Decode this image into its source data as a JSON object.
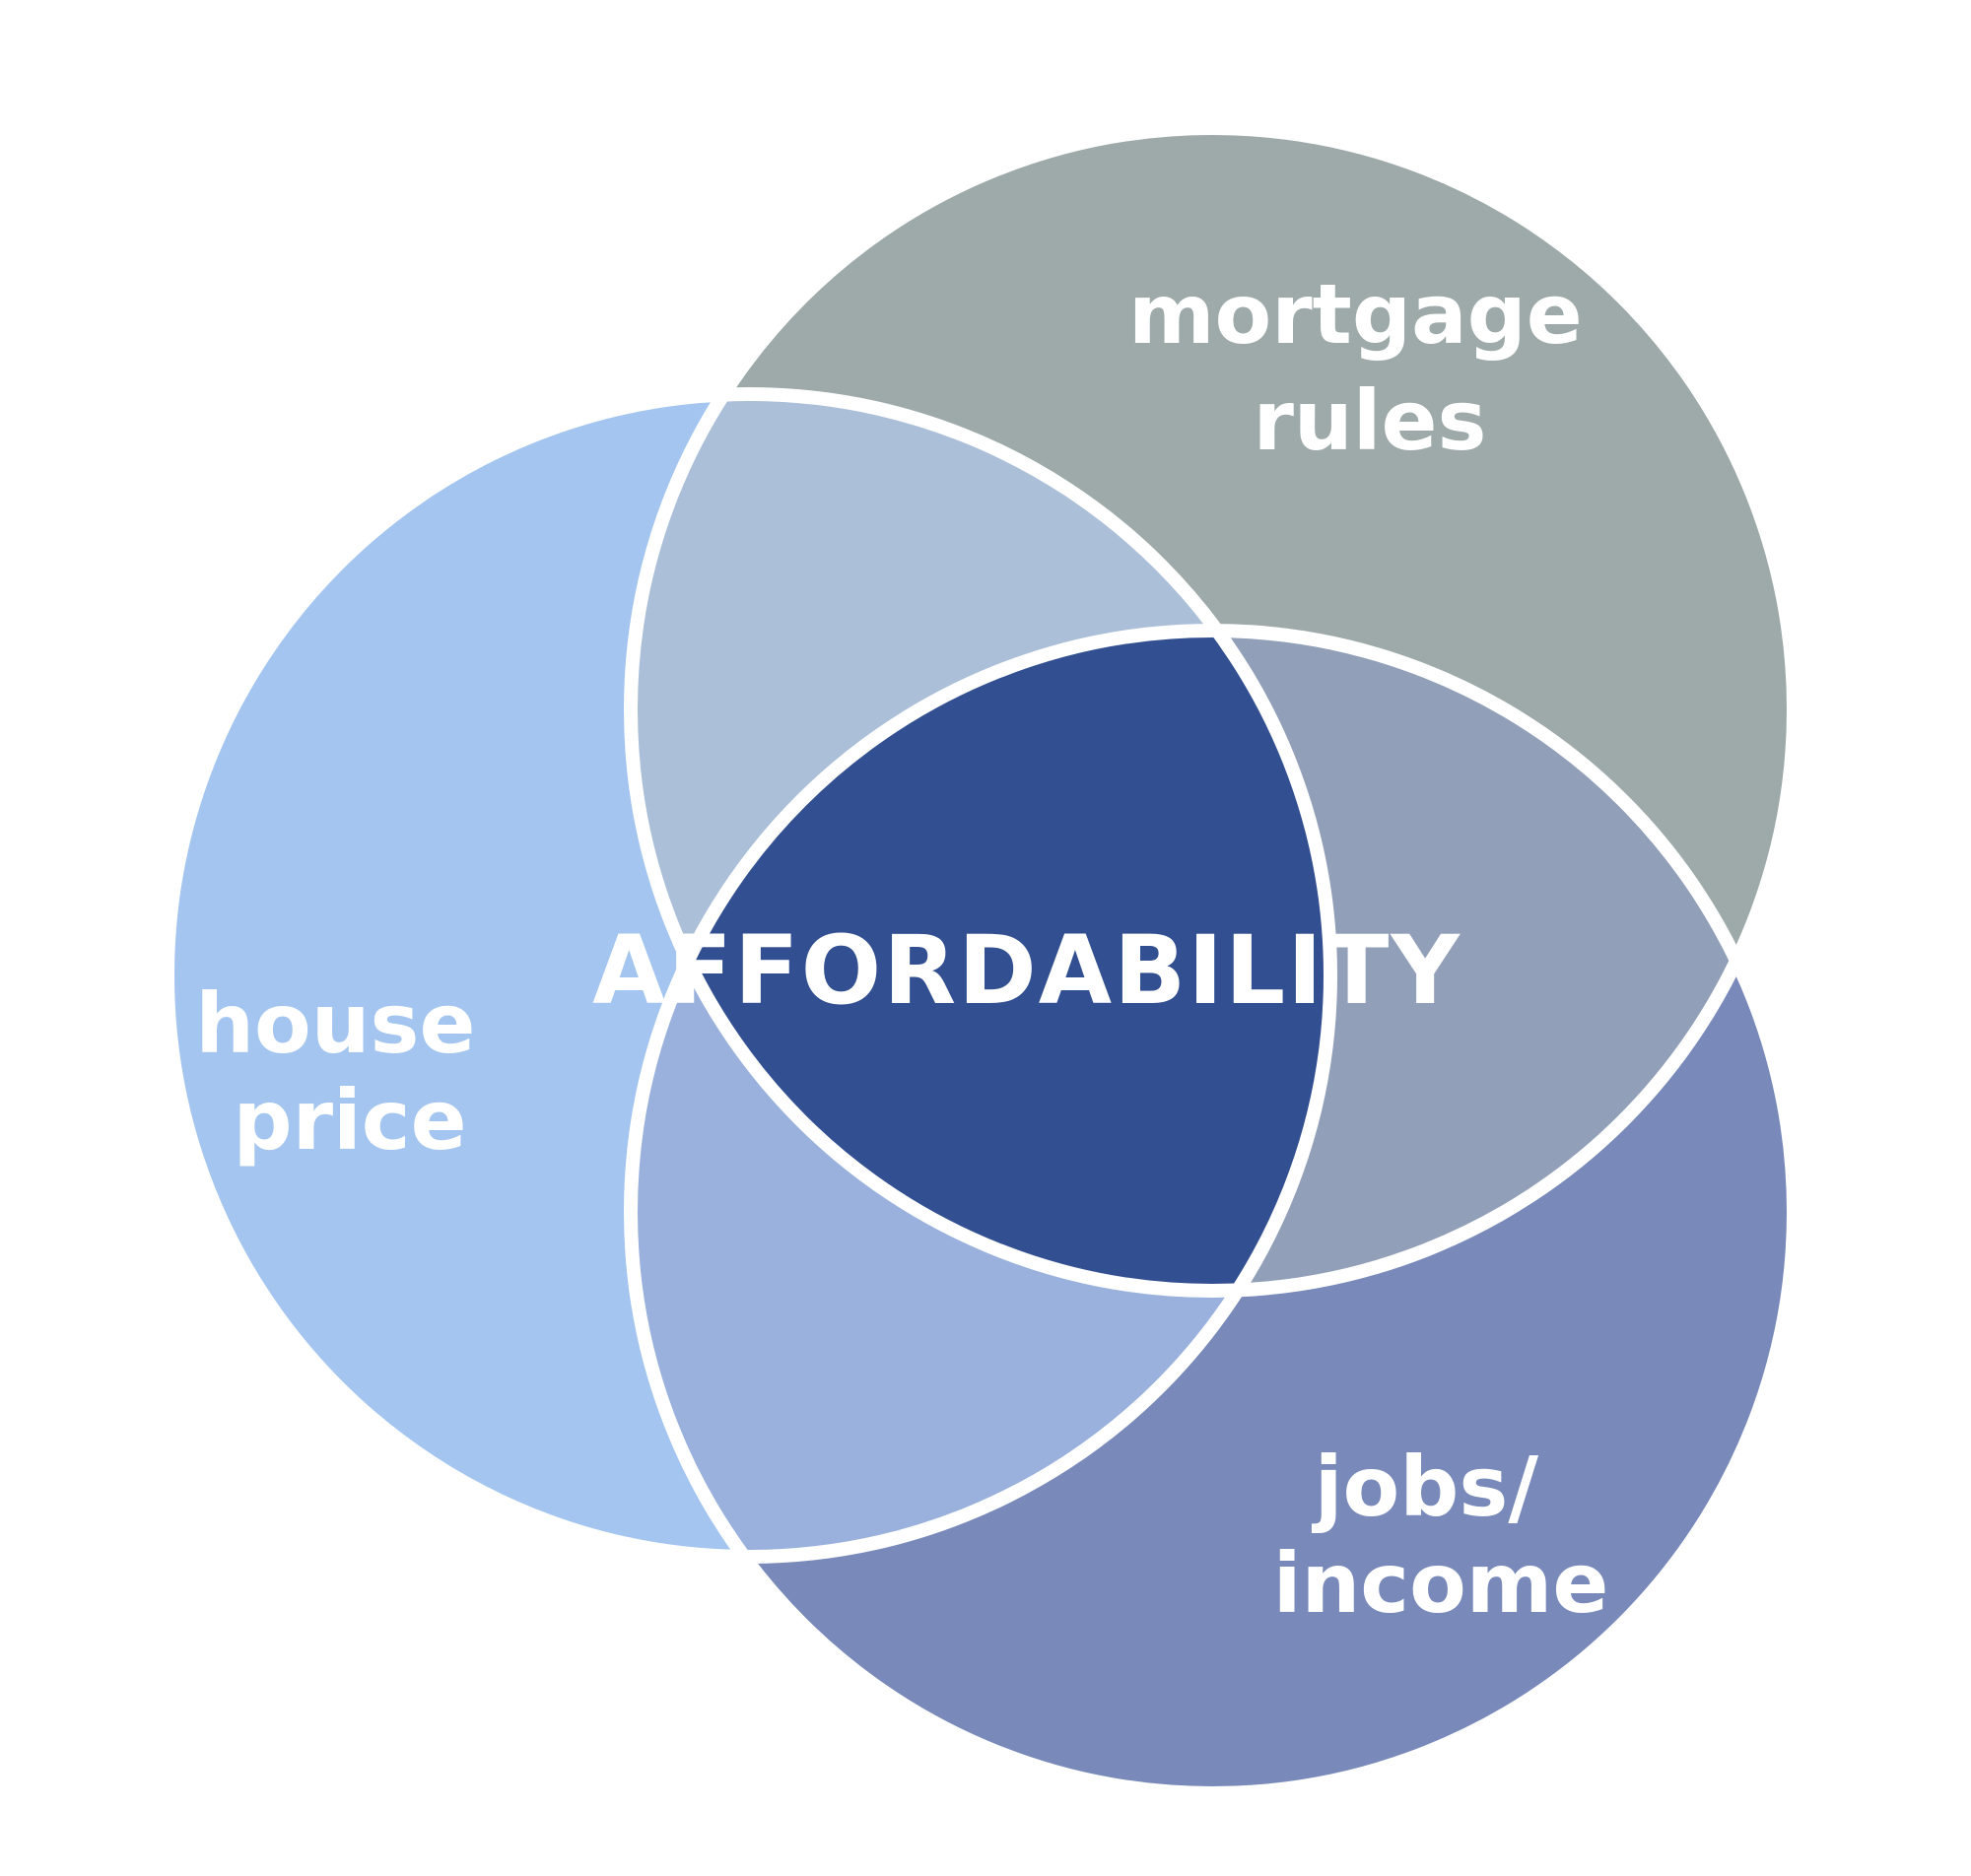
{
  "center_label": "AFFORDABILITY",
  "circles": [
    {
      "id": "house-price",
      "lines": [
        "house",
        "price"
      ],
      "color": "#a3c5ef"
    },
    {
      "id": "mortgage-rules",
      "lines": [
        "mortgage",
        "rules"
      ],
      "color": "#9ea9a9"
    },
    {
      "id": "jobs-income",
      "lines": [
        "jobs/",
        "income"
      ],
      "color": "#7889ba"
    }
  ],
  "overlap_colors": {
    "house-mortgage": "#abbfd8",
    "mortgage-jobs": "#929fb8",
    "house-jobs": "#99b1dc",
    "center": "#324f91"
  },
  "stroke_color": "#ffffff"
}
